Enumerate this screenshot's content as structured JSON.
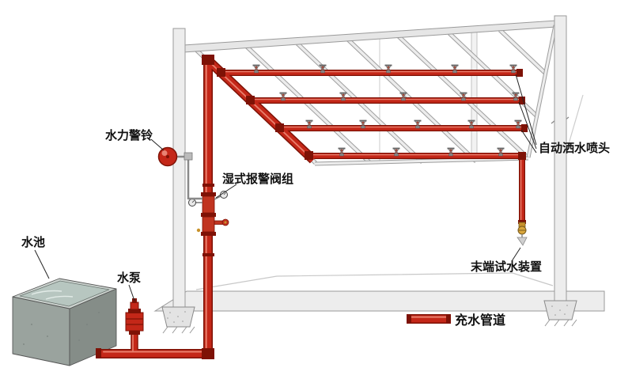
{
  "labels": {
    "hydraulic_alarm_bell": "水力警铃",
    "wet_alarm_valve_group": "湿式报警阀组",
    "water_tank": "水池",
    "water_pump": "水泵",
    "auto_sprinkler_heads": "自动洒水喷头",
    "end_test_device": "末端试水装置",
    "filled_pipe_legend": "充水管道"
  },
  "colors": {
    "pipe_red": "#c42718",
    "pipe_dark": "#7e1206",
    "pipe_highlight": "#ef8f7c",
    "structure_fill": "#ececec",
    "structure_stroke": "#9a9a9a",
    "water": "#b7c6c0",
    "brass": "#c8922b"
  }
}
